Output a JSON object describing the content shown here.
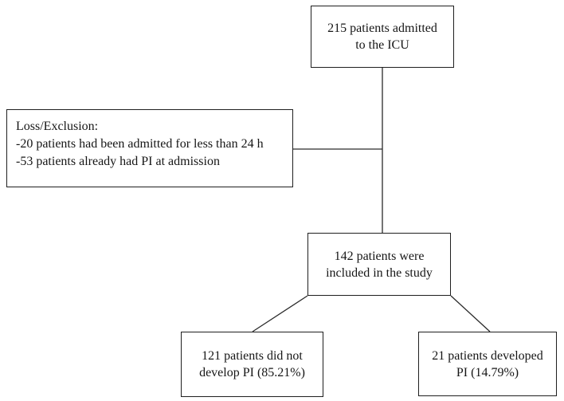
{
  "figure": {
    "title": "ICU pressure injury patient flow diagram",
    "colors": {
      "background": "#ffffff",
      "box_border": "#1f1f1f",
      "connector_line": "#2a2a2a",
      "text": "#161616"
    },
    "nodes": {
      "admitted": {
        "lines": [
          "215 patients admitted",
          "to the ICU"
        ]
      },
      "exclusion": {
        "lines": [
          "Loss/Exclusion:",
          "-20 patients had been admitted for less than 24 h",
          "-53 patients already had PI at admission"
        ]
      },
      "included": {
        "lines": [
          "142 patients were",
          "included in the study"
        ]
      },
      "no_pi": {
        "lines": [
          "121 patients did not",
          "develop PI (85.21%)"
        ]
      },
      "developed_pi": {
        "lines": [
          "21 patients developed",
          "PI (14.79%)"
        ]
      }
    }
  }
}
